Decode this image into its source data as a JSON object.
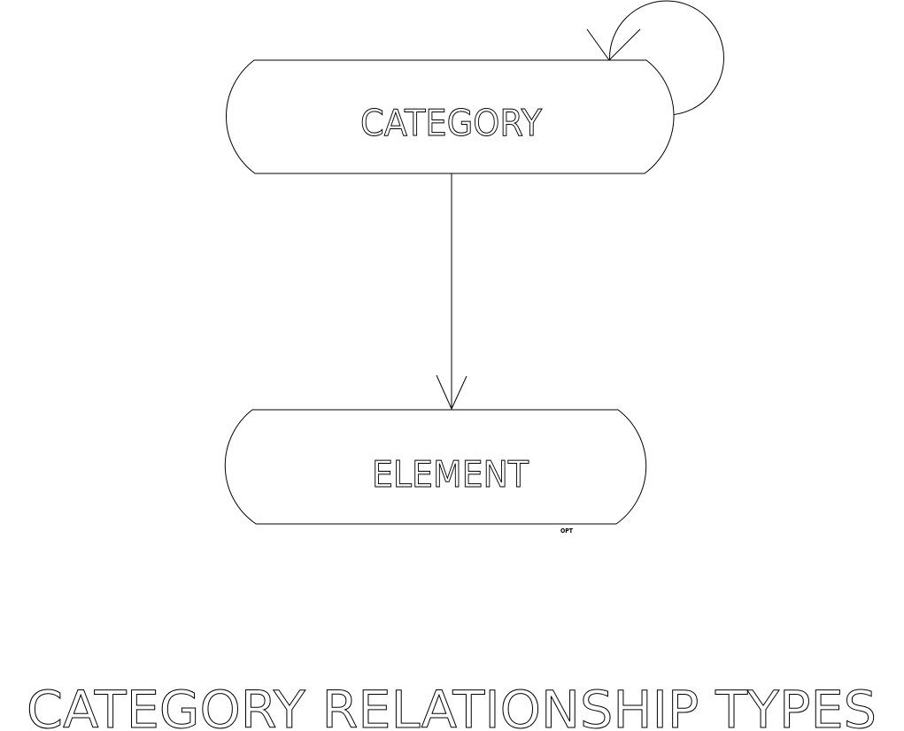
{
  "colors": {
    "background": "#ffffff",
    "line": "#000000"
  },
  "diagram": {
    "title": "CATEGORY RELATIONSHIP TYPES",
    "nodes": [
      {
        "id": "category",
        "label": "CATEGORY"
      },
      {
        "id": "element",
        "label": "ELEMENT"
      }
    ],
    "edges": [
      {
        "from": "CATEGORY",
        "to": "CATEGORY",
        "style": "self-loop-arrow"
      },
      {
        "from": "CATEGORY",
        "to": "ELEMENT",
        "style": "straight-arrow"
      }
    ],
    "annotation": "OPT"
  }
}
